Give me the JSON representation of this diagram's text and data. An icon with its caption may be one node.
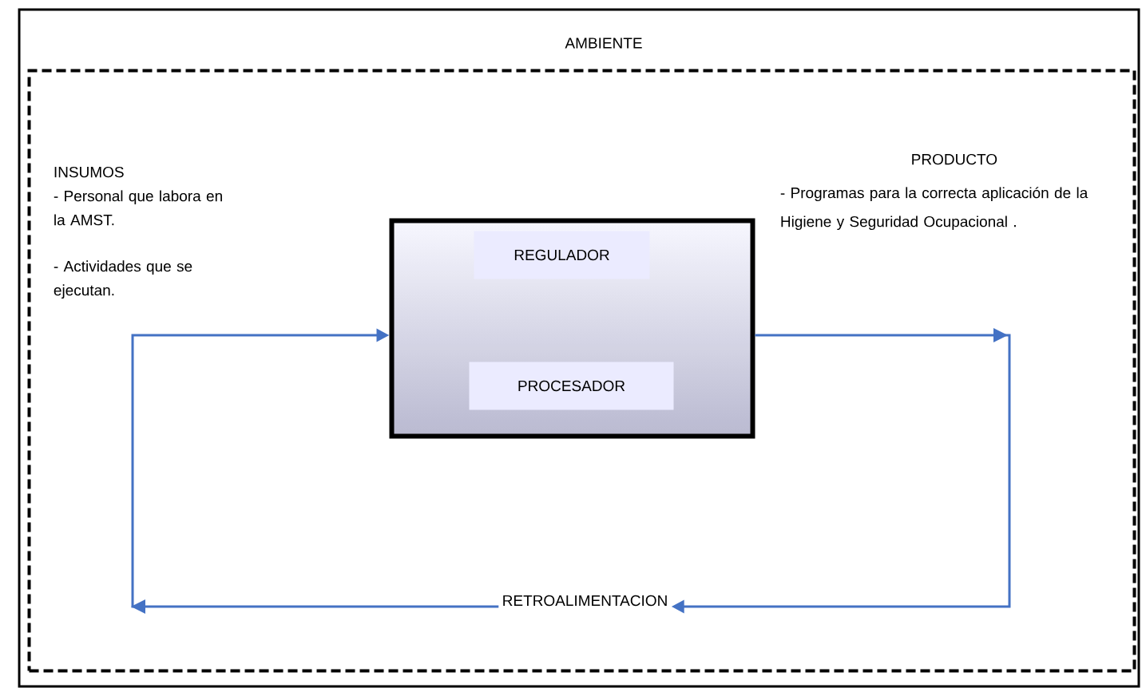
{
  "diagram": {
    "nodes": [
      {
        "text": [
          "AMBIENTE"
        ]
      },
      {
        "text": [],
        "shape": "box",
        "in": 0
      },
      {
        "text": [
          "INSUMOS",
          "- Personal que labora en la AMST.",
          "- Actividades que se ejecutan."
        ],
        "in": 1
      },
      {
        "text": [],
        "shape": "box",
        "in": 1
      },
      {
        "text": [
          "REGULADOR"
        ],
        "in": 3
      },
      {
        "text": [
          "PROCESADOR"
        ],
        "in": 3
      },
      {
        "text": [
          "PRODUCTO",
          "- Programas para la correcta aplicación de la Higiene y Seguridad Ocupacional ."
        ],
        "in": 1
      },
      {
        "text": [
          "RETROALIMENTACION"
        ],
        "in": 1
      }
    ],
    "edges": [
      {
        "from": 3,
        "to": 7,
        "arrow": "to"
      },
      {
        "from": 7,
        "to": 3,
        "arrow": "to"
      }
    ]
  }
}
